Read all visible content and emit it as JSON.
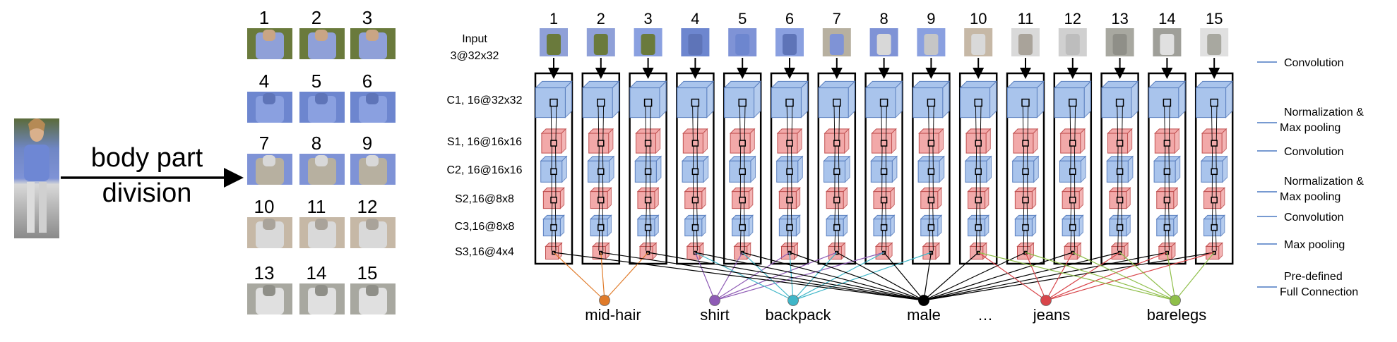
{
  "left": {
    "division_label_line1": "body part",
    "division_label_line2": "division"
  },
  "grid": {
    "part_numbers": [
      "1",
      "2",
      "3",
      "4",
      "5",
      "6",
      "7",
      "8",
      "9",
      "10",
      "11",
      "12",
      "13",
      "14",
      "15"
    ]
  },
  "network": {
    "column_numbers": [
      "1",
      "2",
      "3",
      "4",
      "5",
      "6",
      "7",
      "8",
      "9",
      "10",
      "11",
      "12",
      "13",
      "14",
      "15"
    ],
    "input_label_line1": "Input",
    "input_label_line2": "3@32x32",
    "layers": [
      {
        "label": "C1, 16@32x32",
        "kind": "conv"
      },
      {
        "label": "S1, 16@16x16",
        "kind": "pool"
      },
      {
        "label": "C2, 16@16x16",
        "kind": "conv"
      },
      {
        "label": "S2,16@8x8",
        "kind": "pool"
      },
      {
        "label": "C3,16@8x8",
        "kind": "conv"
      },
      {
        "label": "S3,16@4x4",
        "kind": "pool"
      }
    ],
    "operations": [
      {
        "line1": "Convolution",
        "line2": ""
      },
      {
        "line1": "Normalization &",
        "line2": "Max pooling"
      },
      {
        "line1": "Convolution",
        "line2": ""
      },
      {
        "line1": "Normalization &",
        "line2": "Max pooling"
      },
      {
        "line1": "Convolution",
        "line2": ""
      },
      {
        "line1": "Max pooling",
        "line2": ""
      },
      {
        "line1": "Pre-defined",
        "line2": "Full Connection"
      }
    ],
    "attributes": [
      {
        "label": "mid-hair",
        "color": "#e07b2a",
        "columns": [
          1,
          2,
          3
        ]
      },
      {
        "label": "shirt",
        "color": "#8e5bb5",
        "columns": [
          4,
          5,
          6,
          7,
          8
        ]
      },
      {
        "label": "backpack",
        "color": "#3fb6c8",
        "columns": [
          4,
          5,
          6,
          7,
          8,
          9
        ]
      },
      {
        "label": "male",
        "color": "#000000",
        "columns": [
          1,
          2,
          3,
          4,
          5,
          6,
          7,
          8,
          9,
          10,
          11,
          12,
          13,
          14,
          15
        ]
      },
      {
        "label": "…",
        "color": "",
        "columns": []
      },
      {
        "label": "jeans",
        "color": "#d8454a",
        "columns": [
          10,
          11,
          12,
          13,
          14,
          15
        ]
      },
      {
        "label": "barelegs",
        "color": "#8fbf4a",
        "columns": [
          10,
          11,
          12,
          13,
          14,
          15
        ]
      }
    ],
    "colors": {
      "conv_face": "#a9c4ec",
      "conv_edge": "#5a7fbf",
      "pool_face": "#f2a9a9",
      "pool_edge": "#c05050",
      "operation_line": "#4a78c2"
    }
  }
}
